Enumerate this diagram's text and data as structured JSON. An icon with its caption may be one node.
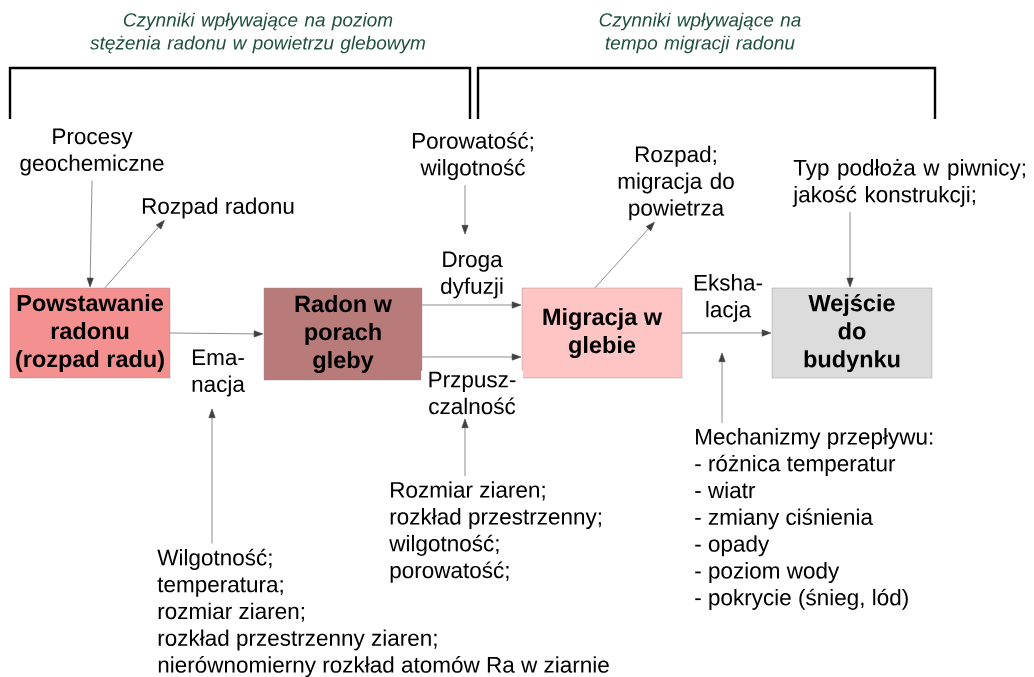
{
  "diagram": {
    "nodes": [
      {
        "text": [
          "Powstawanie radonu (rozpad radu)"
        ]
      },
      {
        "text": [
          "Radon w porach gleby"
        ]
      },
      {
        "text": [
          "Migracja w glebie"
        ]
      },
      {
        "text": [
          "Wejście do budynku"
        ]
      },
      {
        "text": [
          "Procesy geochemiczne"
        ]
      },
      {
        "text": [
          "Rozpad radonu"
        ]
      },
      {
        "text": [
          "Porowatość; wilgotność"
        ]
      },
      {
        "text": [
          "Rozpad; migracja do powietrza"
        ]
      },
      {
        "text": [
          "Typ podłoża w piwnicy; jakość konstrukcji;"
        ]
      },
      {
        "text": [
          "Rozmiar ziaren;",
          "rozkład przestrzenny;",
          "wilgotność;",
          "porowatość;"
        ]
      },
      {
        "text": [
          "Mechanizmy przepływu:",
          "- różnica temperatur",
          "- wiatr",
          "- zmiany ciśnienia",
          "- opady",
          "- poziom wody",
          "- pokrycie (śnieg, lód)"
        ]
      },
      {
        "text": [
          "Wilgotność;",
          "temperatura;",
          "rozmiar ziaren;",
          "rozkład przestrzenny ziaren;",
          "nierównomierny rozkład atomów Ra w ziarnie"
        ]
      }
    ],
    "edges": [
      {
        "from": 4,
        "to": 0,
        "arrow": "to"
      },
      {
        "from": 0,
        "to": 5,
        "arrow": "to"
      },
      {
        "from": 0,
        "to": 1,
        "arrow": "to",
        "label": "Ema- nacja"
      },
      {
        "from": 1,
        "to": 2,
        "arrow": "to",
        "label": "Droga dyfuzji"
      },
      {
        "from": 1,
        "to": 2,
        "arrow": "to",
        "label": "Przpusz- czalność"
      },
      {
        "from": 2,
        "to": 7,
        "arrow": "to"
      },
      {
        "from": 2,
        "to": 3,
        "arrow": "to",
        "label": "Eksha- lacja"
      },
      {
        "from": 8,
        "to": 3,
        "arrow": "to"
      },
      {
        "from": 6,
        "to": null,
        "arrow": "to"
      },
      {
        "from": 9,
        "to": null,
        "arrow": "to"
      },
      {
        "from": 10,
        "to": null,
        "arrow": "to"
      },
      {
        "from": 11,
        "to": null,
        "arrow": "to"
      }
    ],
    "labels": [
      "Czynniki wpływające na poziom stężenia radonu w powietrzu glebowym",
      "Czynniki wpływające na tempo migracji radonu"
    ]
  }
}
